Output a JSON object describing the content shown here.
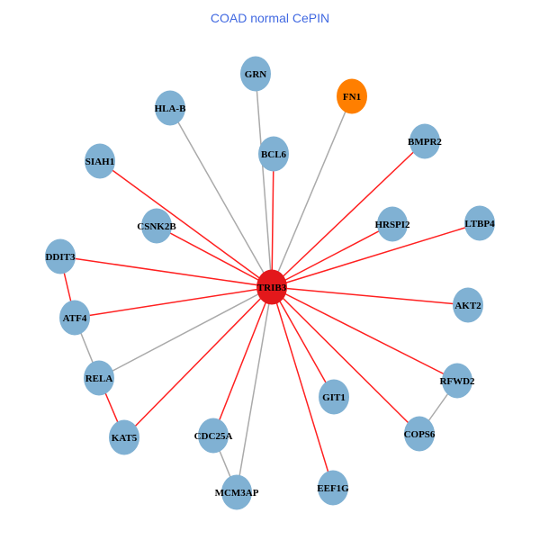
{
  "title": "COAD normal CePIN",
  "colors": {
    "hub": "#e3181b",
    "highlight": "#ff7f00",
    "node": "#80b1d3",
    "edge_red": "#ff2020",
    "edge_gray": "#aaaaaa",
    "title": "#4169e1"
  },
  "nodes": [
    {
      "id": "TRIB3",
      "type": "hub"
    },
    {
      "id": "GRN",
      "type": "node"
    },
    {
      "id": "FN1",
      "type": "highlight"
    },
    {
      "id": "HLA-B",
      "type": "node"
    },
    {
      "id": "BCL6",
      "type": "node"
    },
    {
      "id": "BMPR2",
      "type": "node"
    },
    {
      "id": "SIAH1",
      "type": "node"
    },
    {
      "id": "CSNK2B",
      "type": "node"
    },
    {
      "id": "HRSPI2",
      "type": "node"
    },
    {
      "id": "LTBP4",
      "type": "node"
    },
    {
      "id": "DDIT3",
      "type": "node"
    },
    {
      "id": "AKT2",
      "type": "node"
    },
    {
      "id": "ATF4",
      "type": "node"
    },
    {
      "id": "RELA",
      "type": "node"
    },
    {
      "id": "RFWD2",
      "type": "node"
    },
    {
      "id": "GIT1",
      "type": "node"
    },
    {
      "id": "KAT5",
      "type": "node"
    },
    {
      "id": "CDC25A",
      "type": "node"
    },
    {
      "id": "COPS6",
      "type": "node"
    },
    {
      "id": "MCM3AP",
      "type": "node"
    },
    {
      "id": "EEF1G",
      "type": "node"
    }
  ],
  "edges": [
    [
      "TRIB3",
      "GRN",
      "gray"
    ],
    [
      "TRIB3",
      "FN1",
      "gray"
    ],
    [
      "TRIB3",
      "HLA-B",
      "gray"
    ],
    [
      "TRIB3",
      "BCL6",
      "red"
    ],
    [
      "TRIB3",
      "BMPR2",
      "red"
    ],
    [
      "TRIB3",
      "SIAH1",
      "red"
    ],
    [
      "TRIB3",
      "CSNK2B",
      "red"
    ],
    [
      "TRIB3",
      "HRSPI2",
      "red"
    ],
    [
      "TRIB3",
      "LTBP4",
      "red"
    ],
    [
      "TRIB3",
      "DDIT3",
      "red"
    ],
    [
      "TRIB3",
      "AKT2",
      "red"
    ],
    [
      "TRIB3",
      "ATF4",
      "red"
    ],
    [
      "TRIB3",
      "RELA",
      "gray"
    ],
    [
      "TRIB3",
      "RFWD2",
      "red"
    ],
    [
      "TRIB3",
      "GIT1",
      "red"
    ],
    [
      "TRIB3",
      "KAT5",
      "red"
    ],
    [
      "TRIB3",
      "CDC25A",
      "red"
    ],
    [
      "TRIB3",
      "COPS6",
      "red"
    ],
    [
      "TRIB3",
      "MCM3AP",
      "gray"
    ],
    [
      "TRIB3",
      "EEF1G",
      "red"
    ],
    [
      "DDIT3",
      "ATF4",
      "red"
    ],
    [
      "ATF4",
      "RELA",
      "gray"
    ],
    [
      "RELA",
      "KAT5",
      "red"
    ],
    [
      "CDC25A",
      "MCM3AP",
      "gray"
    ],
    [
      "RFWD2",
      "COPS6",
      "gray"
    ]
  ]
}
